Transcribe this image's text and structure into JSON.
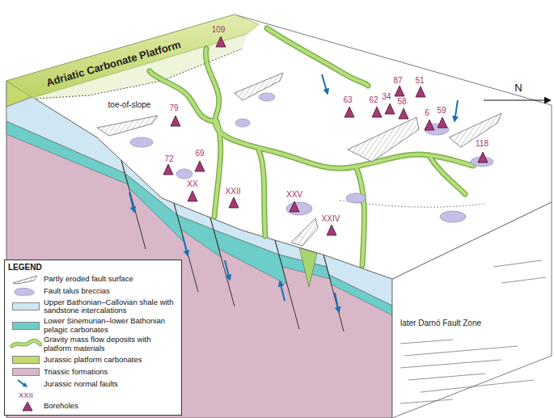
{
  "diagram": {
    "labels": [
      "Adriatic Carbonate Platform",
      "toe-of-slope",
      "N",
      "109",
      "79",
      "63",
      "87",
      "51",
      "62",
      "34",
      "58",
      "6",
      "59",
      "118",
      "72",
      "69",
      "XX",
      "XXII",
      "XXV",
      "XXIV",
      "LEGEND",
      "XXII",
      "later Darnó Fault Zone"
    ],
    "legend": [
      {
        "text": "Partly eroded fault surface"
      },
      {
        "text": "Fault talus breccias",
        "color": "#c6bfe4"
      },
      {
        "text": "Upper Bathonian–Callovian shale with sandstone intercalations",
        "color": "#cfe6f3"
      },
      {
        "text": "Lower Sinemurian–lower Bathonian pelagic carbonates",
        "color": "#6ccdc9"
      },
      {
        "text": "Gravity mass flow deposits with platform materials"
      },
      {
        "text": "Jurassic platform carbonates",
        "color": "#c5d96f"
      },
      {
        "text": "Triassic formations",
        "color": "#d8b8c8"
      },
      {
        "text": "Jurassic normal faults"
      },
      {
        "text": "Boreholes"
      }
    ]
  }
}
